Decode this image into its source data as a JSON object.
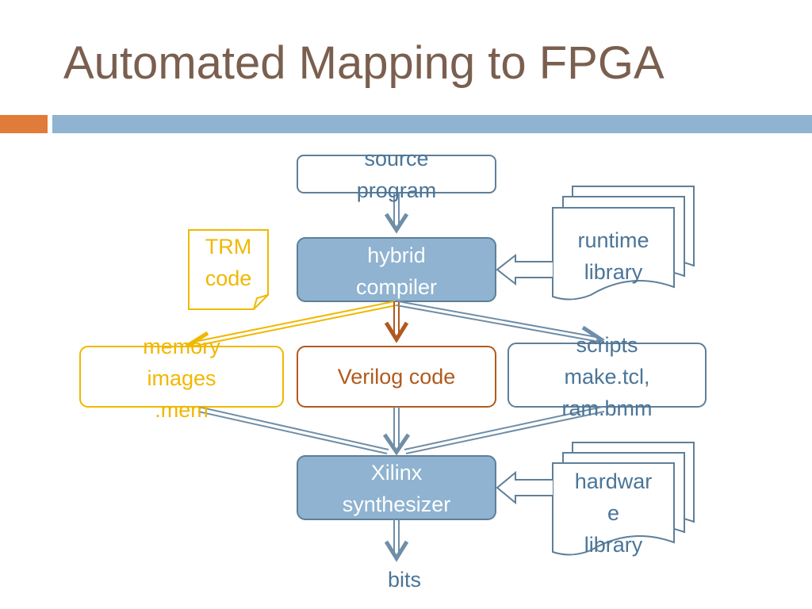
{
  "title": "Automated Mapping to FPGA",
  "nodes": {
    "source_program": [
      "source",
      "program"
    ],
    "hybrid_compiler": [
      "hybrid",
      "compiler"
    ],
    "runtime_library": [
      "runtime",
      "library"
    ],
    "trm_code": [
      "TRM",
      "code"
    ],
    "memory_images": [
      "memory",
      "images",
      ".mem"
    ],
    "verilog_code": "Verilog code",
    "scripts": [
      "scripts",
      "make.tcl,",
      "ram.bmm"
    ],
    "xilinx_synthesizer": [
      "Xilinx",
      "synthesizer"
    ],
    "hardware_library": [
      "hardwar",
      "e",
      "library"
    ],
    "bits": "bits"
  },
  "colors": {
    "title": "#7a5f4f",
    "accent_orange": "#e07b39",
    "accent_blue": "#8fb3d0",
    "box_fill": "#8fb3d0",
    "box_stroke": "#5f7f99",
    "text_blue": "#4a7598",
    "gold": "#f0b800",
    "brown": "#b05a1f",
    "arrow": "#6f8ea8"
  }
}
